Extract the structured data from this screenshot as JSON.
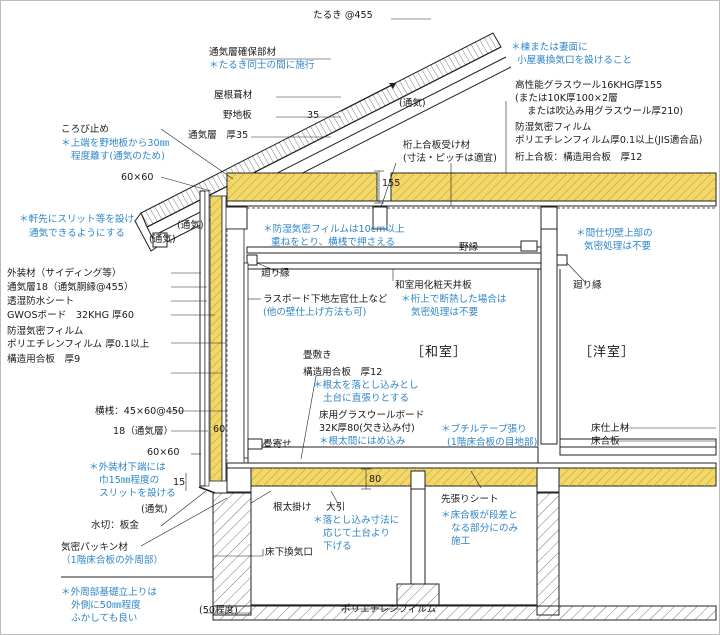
{
  "labels": {
    "taruki": "たるき @455",
    "tsuki_hogo_title": "通気層確保部材",
    "tsuki_hogo_note": "＊たるき同士の間に施行",
    "yane": "屋根葺材",
    "noji": "野地板",
    "tsukiso": "通気層　厚35",
    "korobi": "ころび止め",
    "korobi_note1": "＊上端を野地板から30㎜",
    "korobi_note2": "程度離す(通気のため)",
    "slit_note1": "＊軒先にスリット等を設け、",
    "slit_note2": "通気できるようにする",
    "sixty1": "60×60",
    "tsuki_roof": "(通気)",
    "tsuki_eave1": "(通気)",
    "tsuki_eave2": "(通気)",
    "dim35": "35",
    "dim155": "155",
    "dim60": "60",
    "dim80": "80",
    "dim15": "15",
    "mune_note1": "＊棟または妻面に",
    "mune_note2": "小屋裏換気口を設けること",
    "gw1": "高性能グラスウール16KHG厚155",
    "gw2": "(または10K厚100×2層",
    "gw3": "または吹込み用グラスウール厚210)",
    "bouf1": "防湿気密フィルム",
    "bouf2": "ポリエチレンフィルム厚0.1以上(JIS適合品)",
    "ketauegohan": "桁上合板：構造用合板　厚12",
    "ketaukezai1": "桁上合板受け材",
    "ketaukezai2": "(寸法・ピッチは適宜)",
    "bouf_note1": "＊防湿気密フィルムは10cm以上",
    "bouf_note2": "重ねをとり、横桟で押さえる",
    "nobuchi": "野縁",
    "mawaribuchi1": "廻り縁",
    "mawaribuchi2": "廻り縁",
    "washitsu_tenjo": "和室用化粧天井板",
    "keta_note1": "＊桁上で断熱した場合は",
    "keta_note2": "気密処理は不要",
    "majikiri_note1": "＊間仕切壁上部の",
    "majikiri_note2": "気密処理は不要",
    "gaiso": "外装材（サイディング等）",
    "tsukiso18": "通気層18（通気胴縁@455）",
    "tokasui": "透湿防水シート",
    "gwos": "GWOSボード　32KHG 厚60",
    "bouf3": "防湿気密フィルム",
    "bouf4": "ポリエチレンフィルム 厚0.1以上",
    "kozou9": "構造用合板　厚9",
    "lath1": "ラスボード下地左官仕上など",
    "lath2": "(他の壁仕上げ方法も可)",
    "yokozan": "横桟：45×60@450",
    "tsuki18": "18（通気層）",
    "sixty2": "60×60",
    "gaiso_note1": "＊外装材下端には",
    "gaiso_note2": "巾15㎜程度の",
    "gaiso_note3": "スリットを設ける",
    "mizukiri": "水切：板金",
    "kimitsu1": "気密パッキン材",
    "kimitsu2": "（1階床合板の外周部）",
    "kiso1": "＊外周部基礎立上りは",
    "kiso2": "外側に50㎜程度",
    "kiso3": "ふかしても良い",
    "fifty": "(50程度)",
    "tatami": "畳敷き",
    "kozou12": "構造用合板　厚12",
    "neda_note1": "＊根太を落とし込みとし",
    "neda_note2": "土台に直張りとする",
    "yuka_gw1": "床用グラスウールボード",
    "yuka_gw2": "32K厚80(欠き込み付)",
    "neda_note3": "＊根太間にはめ込み",
    "tatamiyose": "畳寄せ",
    "butyl1": "＊ブチルテープ張り",
    "butyl2": "(1階床合板の目地部)",
    "nedagake": "根太掛け",
    "obiki": "大引",
    "otoshi1": "＊落とし込み寸法に",
    "otoshi2": "応じて土台より",
    "otoshi3": "下げる",
    "sakibari": "先張りシート",
    "yukagohan_note1": "＊床合板が段差と",
    "yukagohan_note2": "なる部分にのみ",
    "yukagohan_note3": "施工",
    "yukashita": "床下換気口",
    "poly": "ポリエチレンフィルム",
    "yukashiage": "床仕上材",
    "yukagohan": "床合板",
    "washitsu": "［和室］",
    "yoshitsu": "［洋室］"
  },
  "colors": {
    "insulation": "#f2d76a",
    "insulation_hatch": "#c8a52e",
    "vapor_note": "#2f86c8",
    "wood": "#ffffff",
    "line": "#222222"
  }
}
